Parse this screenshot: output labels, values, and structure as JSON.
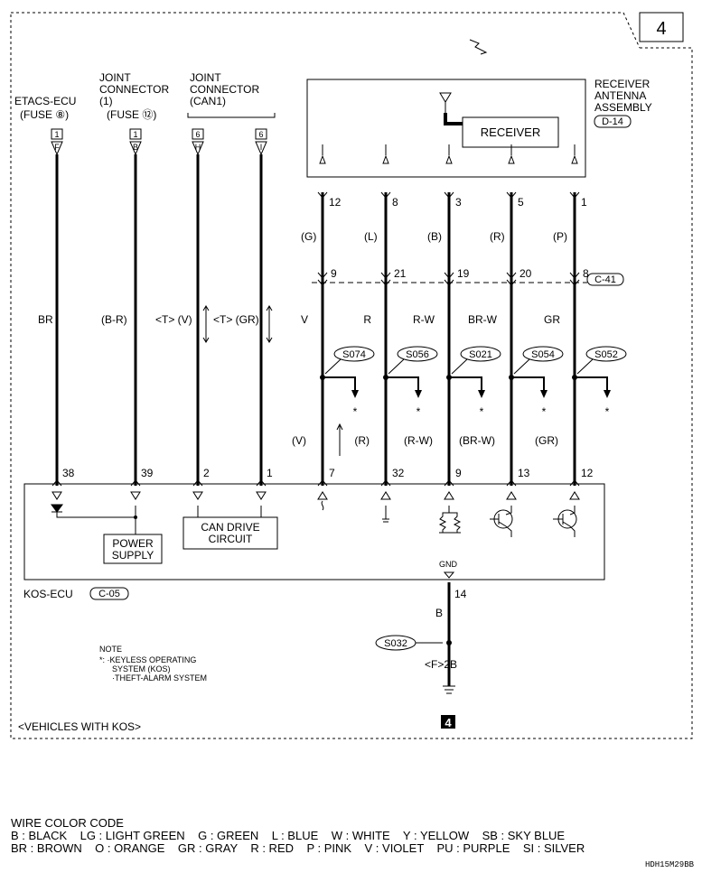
{
  "page_number": "4",
  "ground_number": "4",
  "footer_label": "<VEHICLES WITH KOS>",
  "fig_code": "HDH15M29BB",
  "sources": [
    {
      "name_lines": [
        "ETACS-ECU",
        "(FUSE ⑧)"
      ],
      "box": "1",
      "pin": "F"
    },
    {
      "name_lines": [
        "JOINT",
        "CONNECTOR",
        "(1)",
        "(FUSE ⑫)"
      ],
      "box": "1",
      "pin": "B"
    },
    {
      "name_lines": [
        "JOINT",
        "CONNECTOR",
        "(CAN1)"
      ],
      "box": "6",
      "pin": "H"
    },
    {
      "name_lines": [],
      "box": "6",
      "pin": "I"
    }
  ],
  "left_wires": [
    {
      "color": "BR",
      "bottom_pin": "38"
    },
    {
      "color": "(B-R)",
      "bottom_pin": "39"
    },
    {
      "color": "<T> (V)",
      "bottom_pin": "2"
    },
    {
      "color": "<T> (GR)",
      "bottom_pin": "1"
    }
  ],
  "receiver": {
    "assembly_lines": [
      "RECEIVER",
      "ANTENNA",
      "ASSEMBLY"
    ],
    "connector": "D-14",
    "label": "RECEIVER"
  },
  "inline_connector": "C-41",
  "right_wires": [
    {
      "top_pin": "12",
      "upper_color": "(G)",
      "inline_pin": "9",
      "lower_color": "V",
      "splice": "S074",
      "bottom_color": "(V)",
      "bottom_pin": "7"
    },
    {
      "top_pin": "8",
      "upper_color": "(L)",
      "inline_pin": "21",
      "lower_color": "R",
      "splice": "S056",
      "bottom_color": "(R)",
      "bottom_pin": "32"
    },
    {
      "top_pin": "3",
      "upper_color": "(B)",
      "inline_pin": "19",
      "lower_color": "R-W",
      "splice": "S021",
      "bottom_color": "(R-W)",
      "bottom_pin": "9"
    },
    {
      "top_pin": "5",
      "upper_color": "(R)",
      "inline_pin": "20",
      "lower_color": "BR-W",
      "splice": "S054",
      "bottom_color": "(BR-W)",
      "bottom_pin": "13"
    },
    {
      "top_pin": "1",
      "upper_color": "(P)",
      "inline_pin": "8",
      "lower_color": "GR",
      "splice": "S052",
      "bottom_color": "(GR)",
      "bottom_pin": "12"
    }
  ],
  "kos_ecu": {
    "name": "KOS-ECU",
    "connector": "C-05",
    "power_supply": [
      "POWER",
      "SUPPLY"
    ],
    "can_drive": [
      "CAN DRIVE",
      "CIRCUIT"
    ],
    "gnd_label": "GND"
  },
  "ground_wire": {
    "pin": "14",
    "color": "B",
    "splice": "S032",
    "connector_ref": "<F>2B"
  },
  "star_marker": "*",
  "note": {
    "title": "NOTE",
    "lines": [
      "*: ·KEYLESS OPERATING",
      "SYSTEM (KOS)",
      "·THEFT-ALARM SYSTEM"
    ]
  },
  "wire_color_code": {
    "title": "WIRE COLOR CODE",
    "line1": "B : BLACK    LG : LIGHT GREEN    G : GREEN    L : BLUE    W : WHITE    Y : YELLOW    SB : SKY BLUE",
    "line2": "BR : BROWN    O : ORANGE    GR : GRAY    R : RED    P : PINK    V : VIOLET    PU : PURPLE    SI : SILVER"
  }
}
